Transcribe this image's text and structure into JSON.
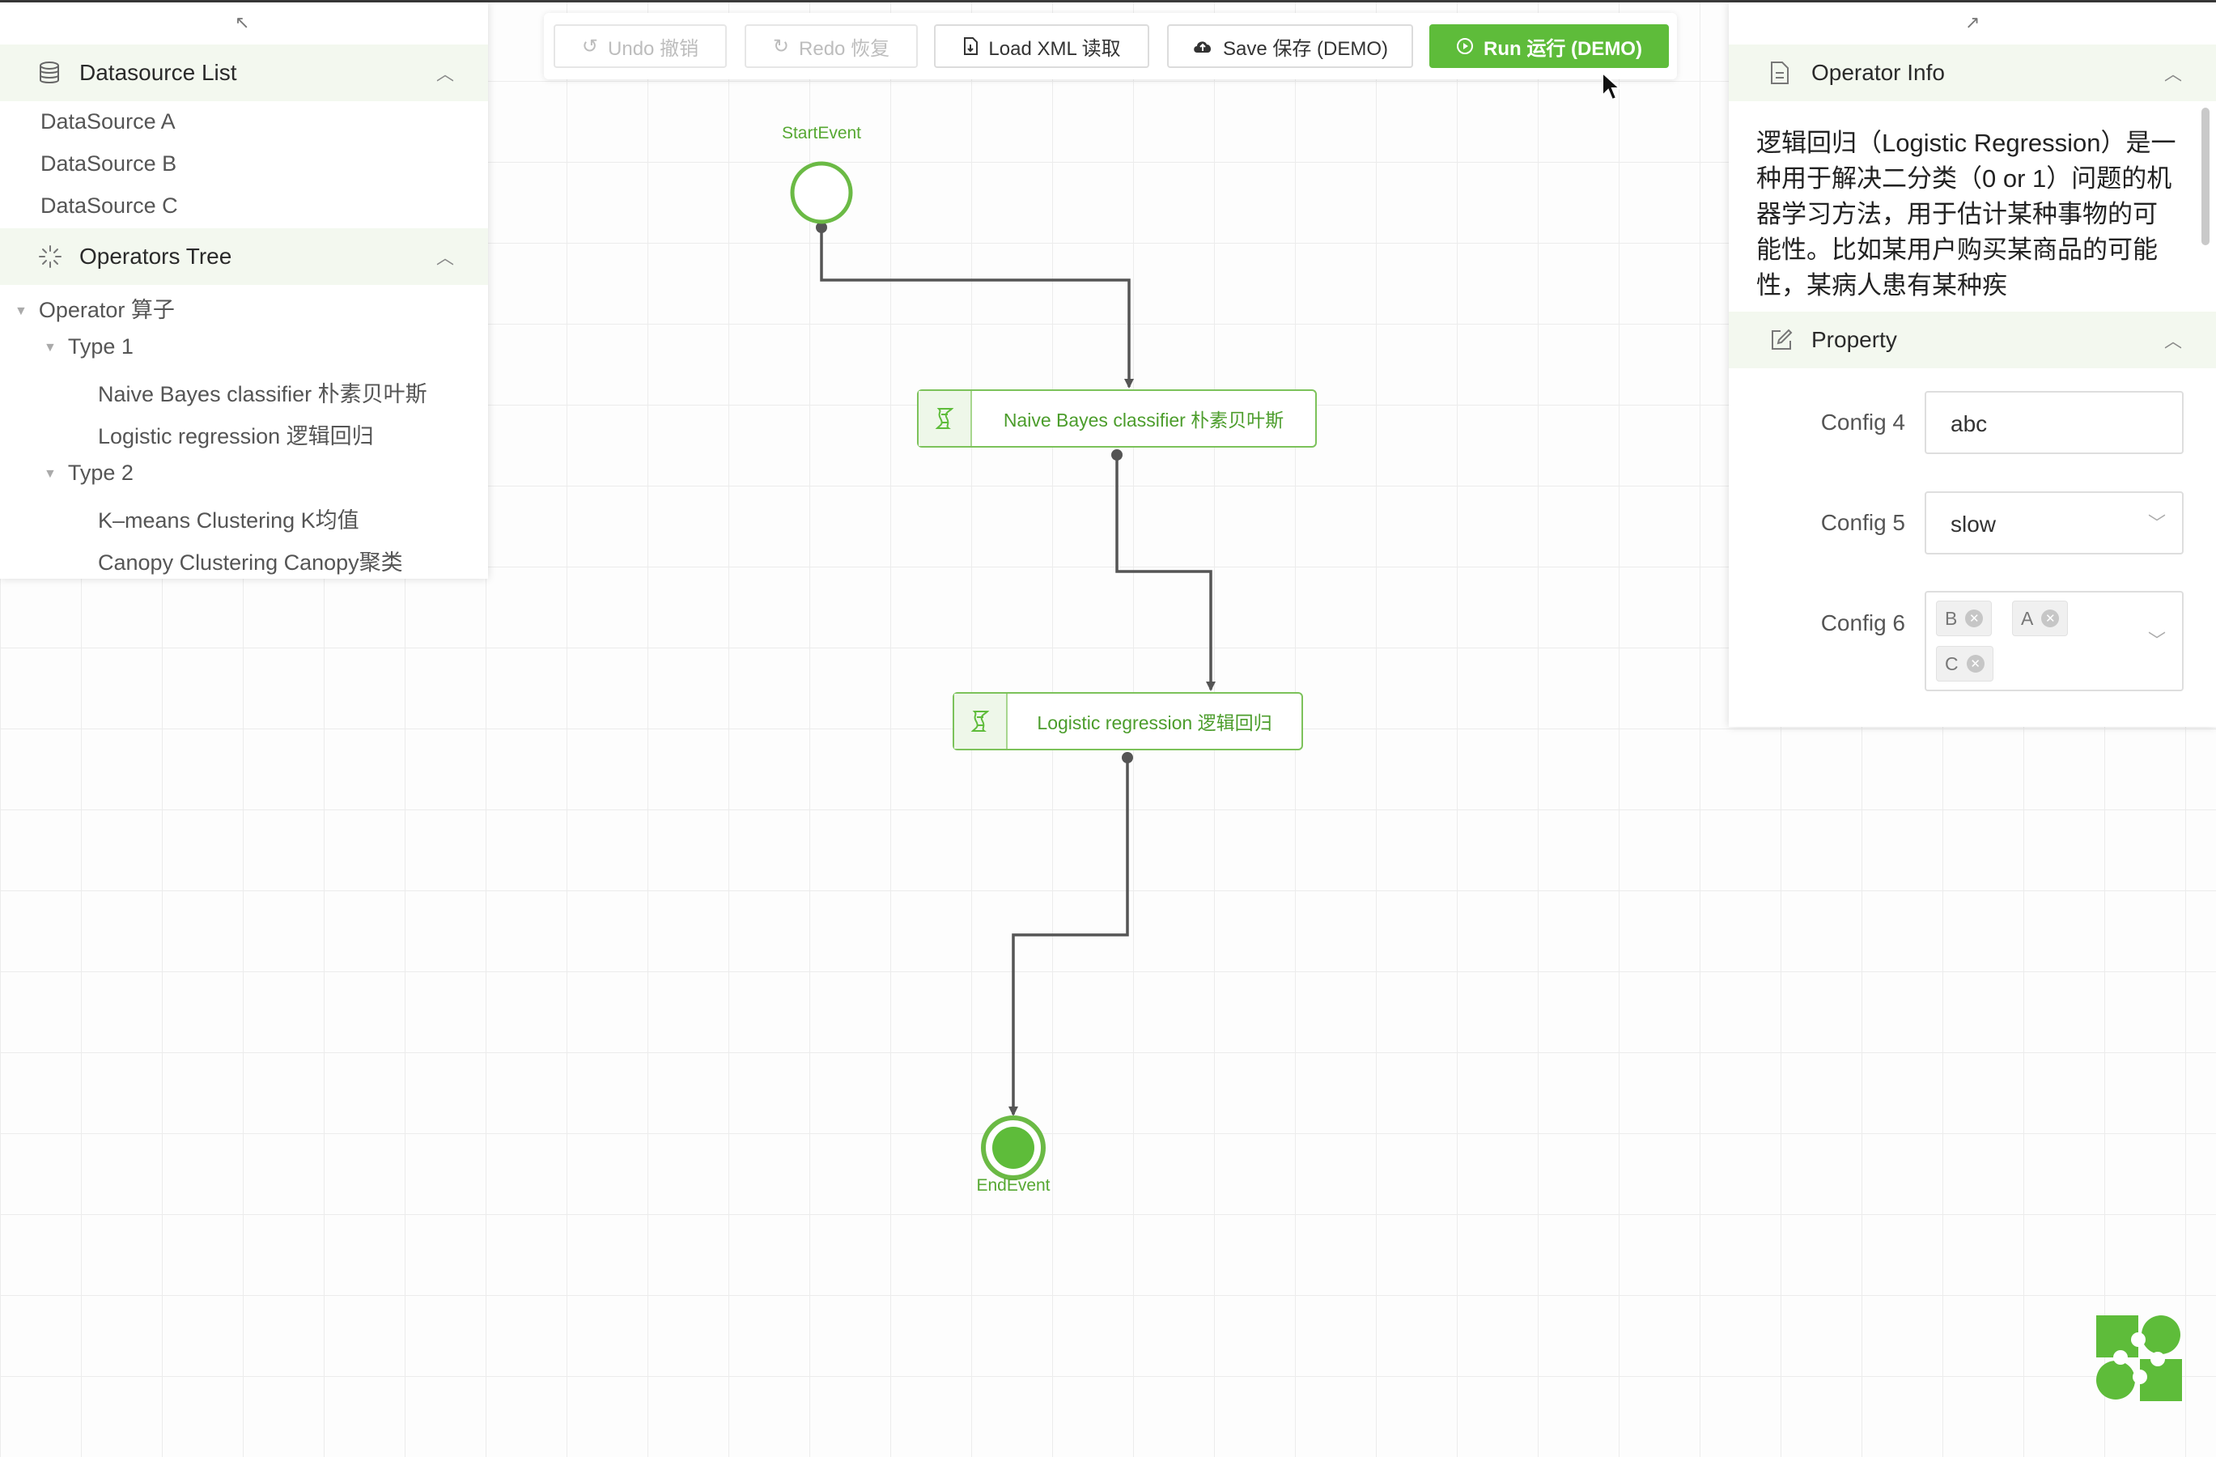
{
  "toolbar": {
    "undo": "Undo 撤销",
    "redo": "Redo 恢复",
    "load_xml": "Load XML 读取",
    "save": "Save 保存 (DEMO)",
    "run": "Run 运行 (DEMO)"
  },
  "left_panel": {
    "collapse_icon": "collapse-arrow-icon",
    "datasource": {
      "title": "Datasource List",
      "icon": "database-icon",
      "items": [
        "DataSource A",
        "DataSource B",
        "DataSource C"
      ]
    },
    "operators": {
      "title": "Operators Tree",
      "icon": "loading-spinner-icon",
      "root": "Operator 算子",
      "groups": [
        {
          "label": "Type 1",
          "items": [
            "Naive Bayes classifier 朴素贝叶斯",
            "Logistic regression 逻辑回归"
          ]
        },
        {
          "label": "Type 2",
          "items": [
            "K–means Clustering K均值",
            "Canopy Clustering Canopy聚类"
          ]
        }
      ]
    }
  },
  "diagram": {
    "start_event": "StartEvent",
    "end_event": "EndEvent",
    "task1": "Naive Bayes classifier 朴素贝叶斯",
    "task2": "Logistic regression 逻辑回归"
  },
  "right_panel": {
    "expand_icon": "expand-arrow-icon",
    "info": {
      "title": "Operator Info",
      "icon": "document-icon",
      "text": "逻辑回归（Logistic Regression）是一种用于解决二分类（0 or 1）问题的机器学习方法，用于估计某种事物的可能性。比如某用户购买某商品的可能性，某病人患有某种疾"
    },
    "property": {
      "title": "Property",
      "icon": "edit-icon",
      "config4_label": "Config 4",
      "config4_value": "abc",
      "config5_label": "Config 5",
      "config5_value": "slow",
      "config6_label": "Config 6",
      "config6_tags": [
        "B",
        "A",
        "C"
      ]
    }
  },
  "colors": {
    "accent": "#5ebc3a",
    "header_bg": "#f3f8ef"
  }
}
